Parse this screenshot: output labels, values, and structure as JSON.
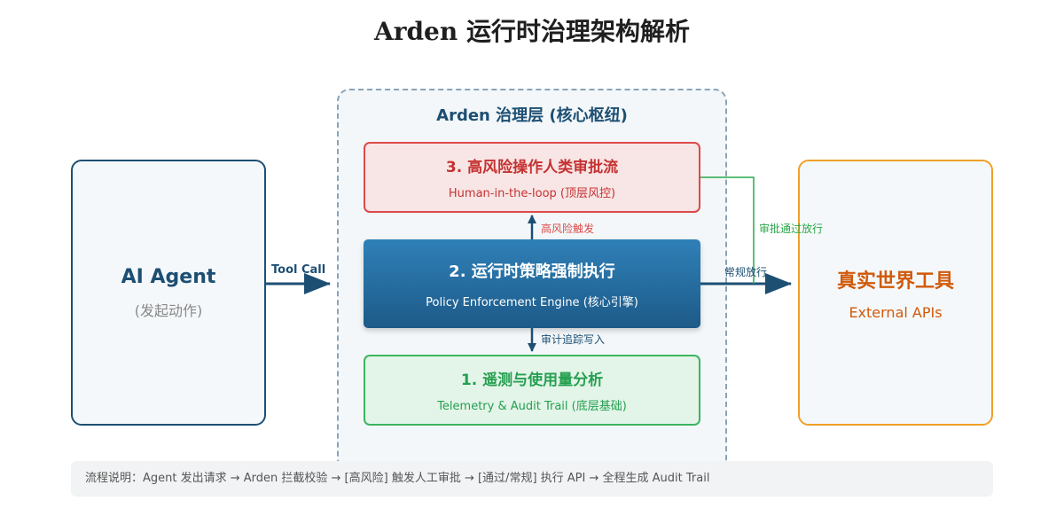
{
  "title": "Arden 运行时治理架构解析",
  "governance_layer": {
    "title": "Arden 治理层 (核心枢纽)"
  },
  "agent": {
    "title": "AI Agent",
    "subtitle": "(发起动作)"
  },
  "external": {
    "title": "真实世界工具",
    "subtitle": "External APIs"
  },
  "layers": {
    "approval": {
      "title": "3. 高风险操作人类审批流",
      "subtitle": "Human-in-the-loop (顶层风控)"
    },
    "policy": {
      "title": "2. 运行时策略强制执行",
      "subtitle": "Policy Enforcement Engine (核心引擎)"
    },
    "telemetry": {
      "title": "1. 遥测与使用量分析",
      "subtitle": "Telemetry & Audit Trail (底层基础)"
    }
  },
  "edges": {
    "tool_call": "Tool Call",
    "high_risk_trigger": "高风险触发",
    "audit_write": "审计追踪写入",
    "normal_pass": "常规放行",
    "approved_pass": "审批通过放行"
  },
  "flow_note": "流程说明：Agent 发出请求 → Arden 拦截校验 → [高风险] 触发人工审批 → [通过/常规] 执行 API → 全程生成 Audit Trail",
  "colors": {
    "primary": "#1d4f73",
    "approval": "#dc4a4a",
    "telemetry": "#3cb560",
    "external": "#f0a028",
    "approve_line": "#2aa84a"
  }
}
